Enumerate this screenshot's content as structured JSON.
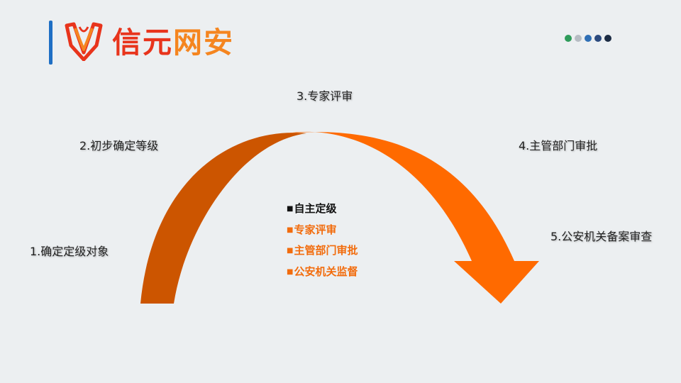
{
  "brand": {
    "name": "信元网安",
    "logo_icon": "shield-w-logo-icon",
    "accent_bar_color": "#1f6fc4",
    "name_colors": [
      "#e8341c",
      "#f5851f"
    ]
  },
  "pager_dots": [
    {
      "color": "#2e9b5a"
    },
    {
      "color": "#b6bcc3"
    },
    {
      "color": "#2f6fb5"
    },
    {
      "color": "#2b4a7e"
    },
    {
      "color": "#1c2c44"
    }
  ],
  "steps": [
    {
      "label": "1.确定定级对象"
    },
    {
      "label": "2.初步确定等级"
    },
    {
      "label": "3.专家评审"
    },
    {
      "label": "4.主管部门审批"
    },
    {
      "label": "5.公安机关备案审查"
    }
  ],
  "bullets": [
    {
      "marker": "■",
      "text": "自主定级",
      "color": "#111111"
    },
    {
      "marker": "■",
      "text": "专家评审",
      "color": "#f26c0d"
    },
    {
      "marker": "■",
      "text": "主管部门审批",
      "color": "#f26c0d"
    },
    {
      "marker": "■",
      "text": "公安机关监督",
      "color": "#f26c0d"
    }
  ],
  "arc_colors": {
    "left": "#cc5500",
    "right": "#ff6a00"
  }
}
